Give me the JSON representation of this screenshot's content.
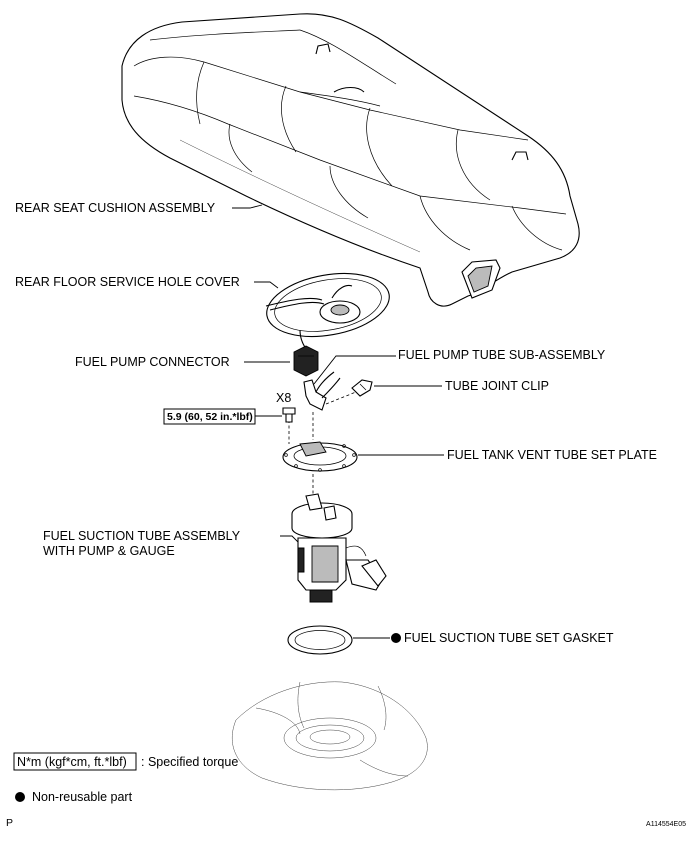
{
  "labels": {
    "rear_seat_cushion": "REAR SEAT CUSHION ASSEMBLY",
    "rear_floor_cover": "REAR FLOOR SERVICE HOLE COVER",
    "fuel_pump_connector": "FUEL PUMP CONNECTOR",
    "fuel_pump_tube": "FUEL PUMP TUBE SUB-ASSEMBLY",
    "tube_joint_clip": "TUBE JOINT CLIP",
    "quantity": "X8",
    "torque_value": "5.9 (60, 52 in.*lbf)",
    "vent_tube_plate": "FUEL TANK VENT TUBE SET PLATE",
    "suction_tube_line1": "FUEL SUCTION TUBE ASSEMBLY",
    "suction_tube_line2": "WITH PUMP & GAUGE",
    "gasket": "FUEL SUCTION TUBE SET GASKET"
  },
  "legend": {
    "torque_unit": "N*m (kgf*cm, ft.*lbf)",
    "torque_desc": ": Specified torque",
    "nonreusable_desc": "Non-reusable part"
  },
  "footer": {
    "page_letter": "P",
    "figure_id": "A114554E05"
  }
}
